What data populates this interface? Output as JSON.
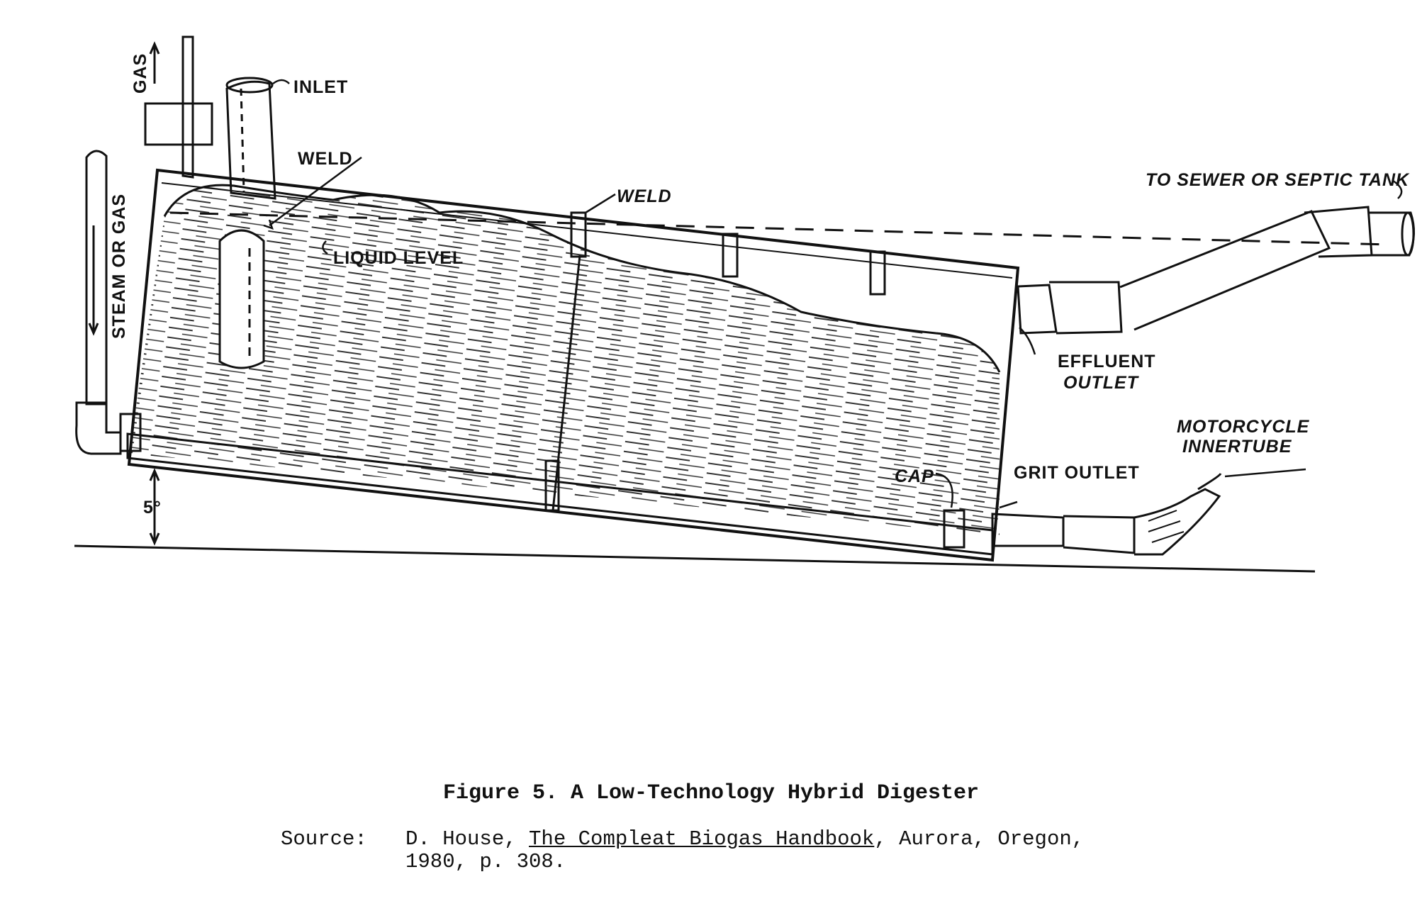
{
  "diagram": {
    "labels": {
      "gas": "GAS",
      "inlet": "INLET",
      "weld_top": "WELD",
      "weld_right": "WELD",
      "steam_or_gas": "STEAM OR GAS",
      "liquid_level": "LIQUID LEVEL",
      "to_sewer": "TO SEWER OR SEPTIC TANK",
      "effluent_outlet_1": "EFFLUENT",
      "effluent_outlet_2": "OUTLET",
      "motorcycle_1": "MOTORCYCLE",
      "motorcycle_2": "INNERTUBE",
      "grit_outlet": "GRIT OUTLET",
      "cap": "CAP",
      "angle": "5°"
    }
  },
  "caption": {
    "title": "Figure 5. A Low-Technology Hybrid Digester",
    "source_label": "Source:",
    "source_author": "D.  House, ",
    "source_book": "The Compleat Biogas Handbook",
    "source_rest_line1": ", Aurora, Oregon,",
    "source_line2": "1980, p. 308."
  }
}
